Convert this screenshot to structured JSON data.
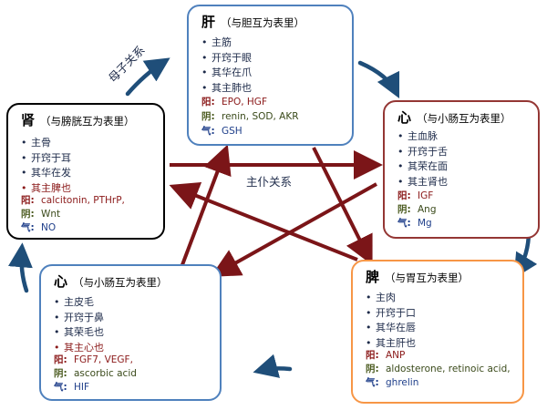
{
  "nodes": {
    "liver": {
      "organ": "肝",
      "pair": "（与胆互为表里）",
      "functions": [
        "主筋",
        "开窍于眼",
        "其华在爪",
        "其主肺也"
      ],
      "yang_label": "阳:",
      "yang": "EPO, HGF",
      "yin_label": "阴:",
      "yin": "renin, SOD, AKR",
      "qi_label": "气:",
      "qi": "GSH",
      "border_color": "#4f81bd"
    },
    "heart": {
      "organ": "心",
      "pair": "（与小肠互为表里）",
      "functions": [
        "主血脉",
        "开窍于舌",
        "其荣在面",
        "其主肾也"
      ],
      "yang_label": "阳:",
      "yang": "IGF",
      "yin_label": "阴:",
      "yin": "Ang",
      "qi_label": "气:",
      "qi": "Mg",
      "border_color": "#943634"
    },
    "spleen": {
      "organ": "脾",
      "pair": "（与胃互为表里）",
      "functions": [
        "主肉",
        "开窍于口",
        "其华在唇",
        "其主肝也"
      ],
      "yang_label": "阳:",
      "yang": "ANP",
      "yin_label": "阴:",
      "yin": "aldosterone, retinoic acid,",
      "qi_label": "气:",
      "qi": "ghrelin",
      "border_color": "#f79646"
    },
    "lung": {
      "organ": "心",
      "pair": "（与小肠互为表里）",
      "functions": [
        "主皮毛",
        "开窍于鼻",
        "其荣毛也",
        "其主心也"
      ],
      "yang_label": "阳:",
      "yang": "FGF7, VEGF,",
      "yin_label": "阴:",
      "yin": "ascorbic acid",
      "qi_label": "气:",
      "qi": "HIF",
      "border_color": "#4f81bd"
    },
    "kidney": {
      "organ": "肾",
      "pair": "（与膀胱互为表里）",
      "functions": [
        "主骨",
        "开窍于耳",
        "其华在发",
        "其主脾也"
      ],
      "yang_label": "阳:",
      "yang": "calcitonin, PTHrP,",
      "yin_label": "阴:",
      "yin": "Wnt",
      "qi_label": "气:",
      "qi": "NO",
      "border_color": "#000000"
    }
  },
  "labels": {
    "generating": "母子关系",
    "controlling": "主仆关系"
  },
  "colors": {
    "generating_arrow": "#1f4e79",
    "controlling_arrow": "#7b1518",
    "function_text": "#1e2b4a",
    "highlight_text": "#8b1a1a"
  }
}
